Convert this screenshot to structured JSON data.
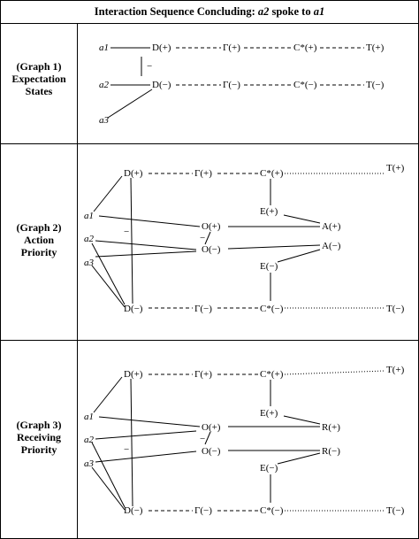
{
  "title": {
    "prefix": "Interaction Sequence Concluding: ",
    "subject": "a2",
    "middle": " spoke to ",
    "object": "a1"
  },
  "rows": [
    {
      "label_line1": "(Graph 1)",
      "label_line2": "Expectation",
      "label_line3": "States",
      "nodes": {
        "a1": "a1",
        "a2": "a2",
        "a3": "a3",
        "Dp": "D(+)",
        "Gp": "Γ(+)",
        "Cp": "C*(+)",
        "Tp": "T(+)",
        "Dm": "D(−)",
        "Gm": "Γ(−)",
        "Cm": "C*(−)",
        "Tm": "T(−)",
        "minus": "−"
      }
    },
    {
      "label_line1": "(Graph 2)",
      "label_line2": "Action",
      "label_line3": "Priority",
      "nodes": {
        "a1": "a1",
        "a2": "a2",
        "a3": "a3",
        "Dp": "D(+)",
        "Gp": "Γ(+)",
        "Cp": "C*(+)",
        "Tp": "T(+)",
        "Ep": "E(+)",
        "Op": "O(+)",
        "Om": "O(−)",
        "Em": "E(−)",
        "Xp": "A(+)",
        "Xm": "A(−)",
        "Dm": "D(−)",
        "Gm": "Γ(−)",
        "Cm": "C*(−)",
        "Tm": "T(−)",
        "minus1": "−",
        "minus2": "−"
      }
    },
    {
      "label_line1": "(Graph 3)",
      "label_line2": "Receiving",
      "label_line3": "Priority",
      "nodes": {
        "a1": "a1",
        "a2": "a2",
        "a3": "a3",
        "Dp": "D(+)",
        "Gp": "Γ(+)",
        "Cp": "C*(+)",
        "Tp": "T(+)",
        "Ep": "E(+)",
        "Op": "O(+)",
        "Om": "O(−)",
        "Em": "E(−)",
        "Xp": "R(+)",
        "Xm": "R(−)",
        "Dm": "D(−)",
        "Gm": "Γ(−)",
        "Cm": "C*(−)",
        "Tm": "T(−)",
        "minus1": "−",
        "minus2": "−"
      }
    }
  ]
}
